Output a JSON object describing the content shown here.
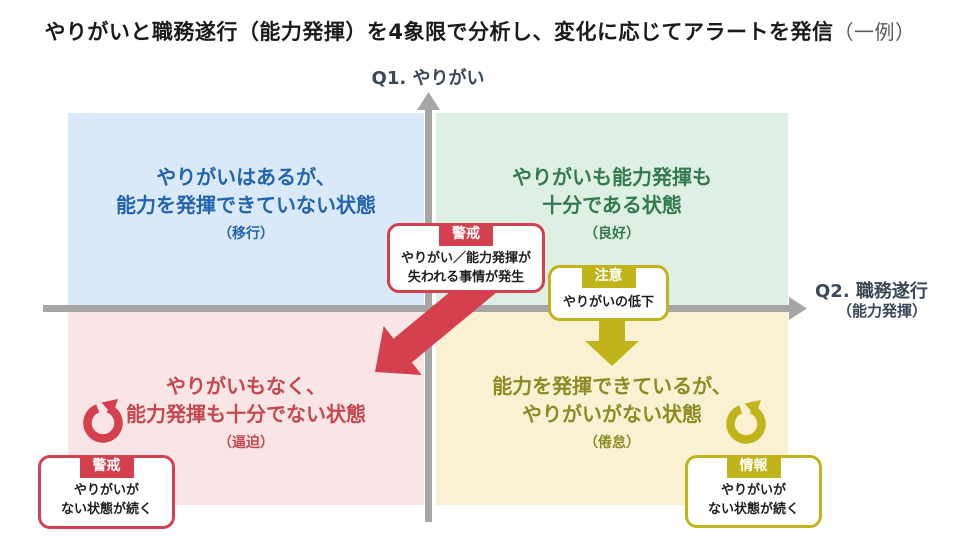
{
  "title": {
    "main": "やりがいと職務遂行（能力発揮）を4象限で分析し、変化に応じてアラートを発信",
    "suffix": "（一例）"
  },
  "axes": {
    "q1_label": "Q1. やりがい",
    "q2_label": "Q2. 職務遂行",
    "q2_label_sub": "（能力発揮）",
    "line_color": "#a6a6a6"
  },
  "quadrants": {
    "top_left": {
      "line1": "やりがいはあるが、",
      "line2": "能力を発揮できていない状態",
      "tag": "（移行）",
      "bg": "#d9e9f8",
      "text_color": "#2465ad"
    },
    "top_right": {
      "line1": "やりがいも能力発揮も",
      "line2": "十分である状態",
      "tag": "（良好）",
      "bg": "#def0e4",
      "text_color": "#337a4e"
    },
    "bottom_left": {
      "line1": "やりがいもなく、",
      "line2": "能力発揮も十分でない状態",
      "tag": "（逼迫）",
      "bg": "#f9e5e5",
      "text_color": "#c4484d"
    },
    "bottom_right": {
      "line1": "能力を発揮できているが、",
      "line2": "やりがいがない状態",
      "tag": "（倦怠）",
      "bg": "#faf0d2",
      "text_color": "#8d8b24"
    }
  },
  "callouts": {
    "center": {
      "tag": "警戒",
      "line1": "やりがい／能力発揮が",
      "line2": "失われる事情が発生",
      "accent": "#d4404d"
    },
    "mid_right": {
      "tag": "注意",
      "line1": "やりがいの低下",
      "accent": "#c0b41a"
    },
    "bottom_left": {
      "tag": "警戒",
      "line1": "やりがいが",
      "line2": "ない状態が続く",
      "accent": "#d4404d"
    },
    "bottom_right": {
      "tag": "情報",
      "line1": "やりがいが",
      "line2": "ない状態が続く",
      "accent": "#c0b41a"
    }
  },
  "icons": {
    "bottom_left": {
      "name": "loop-arrow-icon",
      "color": "#d4404d"
    },
    "bottom_right": {
      "name": "loop-arrow-icon",
      "color": "#c0b41a"
    }
  }
}
